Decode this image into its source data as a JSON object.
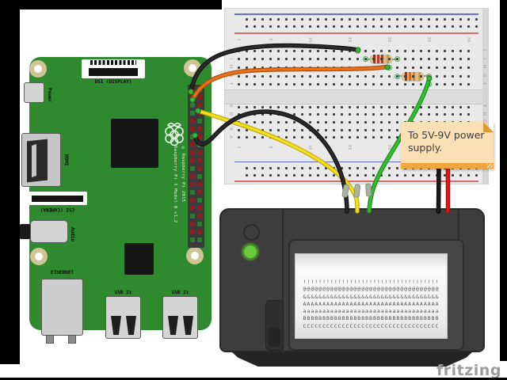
{
  "watermark": {
    "text": "fritzing"
  },
  "note": {
    "line1": "To 5V-9V power",
    "line2": "supply.",
    "bg": "#fbdfb5",
    "accent": "#f0a63c",
    "fold": "#e2992b",
    "text_color": "#3c3c3c"
  },
  "raspberry_pi": {
    "board_color": "#2f8a2f",
    "labels": {
      "power": "Power",
      "hdmi": "HDMI",
      "csi": "CSI (CAMERA)",
      "audio": "Audio",
      "ethernet": "ETHERNET",
      "usb_left": "USB 2x",
      "usb_right": "USB 2x",
      "dsi": "DSI (DISPLAY)",
      "model": "Raspberry Pi 3 Model B v1.2",
      "copyright": "© Raspberry Pi 2015"
    },
    "gpio_left_pins": "rrggrrgrrrgrrgrrgrrg",
    "gpio_right_pins": "grrrgrrgrrrgrrgrrgrg",
    "pin_red": "#8c1d1d",
    "pin_green": "#2e7d2e"
  },
  "breadboard": {
    "board_color": "#e9e9e9",
    "row_letters_top": [
      "J",
      "I",
      "H",
      "G",
      "F"
    ],
    "row_letters_bottom": [
      "E",
      "D",
      "C",
      "B",
      "A"
    ],
    "column_numbers": [
      "1",
      "5",
      "10",
      "15",
      "20",
      "25",
      "30"
    ],
    "rail_blue": "#6b6bd6",
    "rail_red": "#d66b6b",
    "hole_color": "#3c3c3c",
    "connected_ring": "#3fae3f"
  },
  "resistors": [
    {
      "body": "#d9c18f",
      "bands": [
        "#a82323",
        "#c23030",
        "#c23030",
        "#c79d52"
      ]
    },
    {
      "body": "#d9c18f",
      "bands": [
        "#b02525",
        "#d26a1e",
        "#e07b20",
        "#c79d52"
      ]
    }
  ],
  "wires": [
    {
      "id": "black-gpio-to-breadboard",
      "core": "#2a2a2a",
      "outline": "#0f0f0f"
    },
    {
      "id": "orange-gpio-to-breadboard",
      "core": "#e8701a",
      "outline": "#a8500f"
    },
    {
      "id": "yellow-gpio-to-printer",
      "core": "#f6df1e",
      "outline": "#bba90d"
    },
    {
      "id": "black-gpio-to-printer",
      "core": "#2a2a2a",
      "outline": "#0f0f0f"
    },
    {
      "id": "green-breadboard-to-printer",
      "core": "#2fbf2f",
      "outline": "#1d8a1d"
    },
    {
      "id": "black-power-to-printer",
      "core": "#1c1c1c",
      "outline": "#000000"
    },
    {
      "id": "red-power-to-printer",
      "core": "#e01616",
      "outline": "#9e0d0d"
    }
  ],
  "printer": {
    "body_color": "#3d3d3d",
    "led_color": "#6cc83c",
    "paper_char_rows": [
      "!",
      "@",
      "&",
      "A",
      "a",
      "B",
      "C"
    ],
    "chars_per_row": 35
  }
}
